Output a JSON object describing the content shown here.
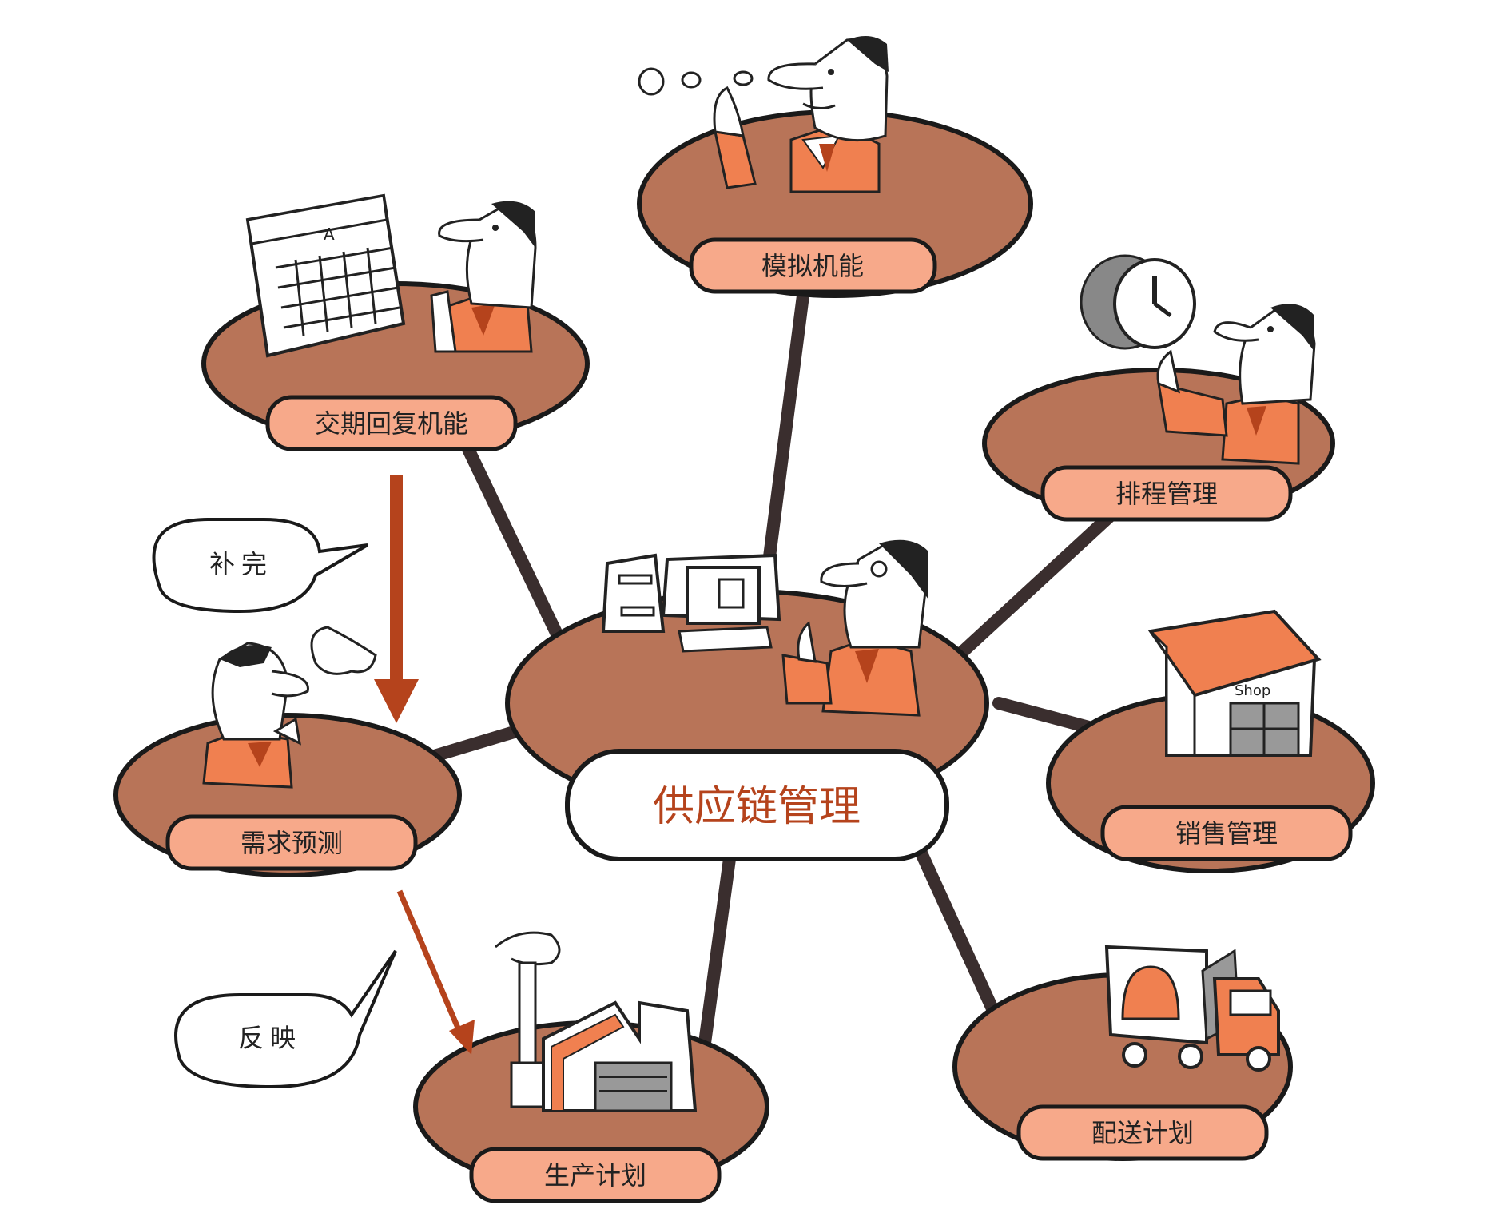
{
  "hub": {
    "label": "供应链管理"
  },
  "nodes": [
    {
      "id": "simulation",
      "label": "模拟机能",
      "icon": "thinking-person-icon"
    },
    {
      "id": "delivery-reply",
      "label": "交期回复机能",
      "icon": "calendar-icon"
    },
    {
      "id": "scheduling",
      "label": "排程管理",
      "icon": "clock-icon"
    },
    {
      "id": "sales",
      "label": "销售管理",
      "icon": "shop-icon"
    },
    {
      "id": "demand-forecast",
      "label": "需求预测",
      "icon": "thinking-person-icon"
    },
    {
      "id": "production-plan",
      "label": "生产计划",
      "icon": "factory-icon"
    },
    {
      "id": "distribution-plan",
      "label": "配送计划",
      "icon": "truck-icon"
    }
  ],
  "bubbles": [
    {
      "id": "replenish",
      "label": "补完"
    },
    {
      "id": "reflect",
      "label": "反映"
    }
  ],
  "colors": {
    "disc": "#b87458",
    "label_fill": "#f7a98a",
    "line": "#3a2e2e",
    "arrow": "#b5431c",
    "accent_orange": "#f08050"
  }
}
